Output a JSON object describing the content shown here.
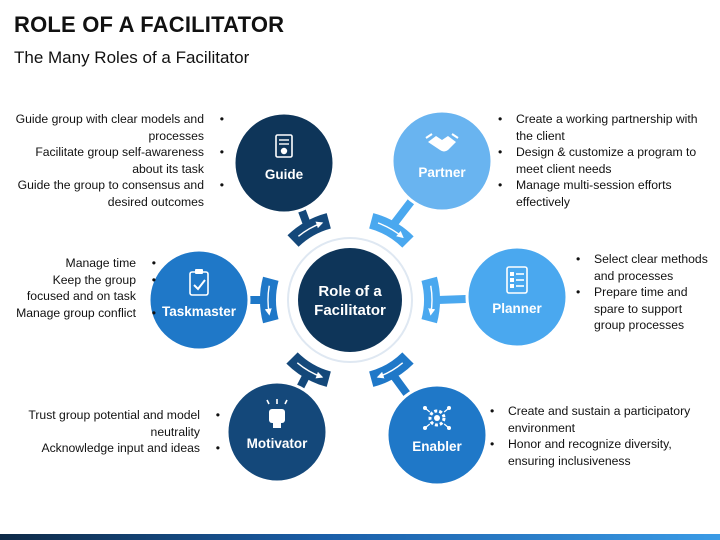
{
  "title": "ROLE OF A FACILITATOR",
  "subtitle": "The Many Roles of a Facilitator",
  "center_label": "Role of a Facilitator",
  "colors": {
    "dark_navy": "#0e3559",
    "navy": "#14487a",
    "mid_blue": "#1f78c8",
    "light_blue": "#69b4f0",
    "sky_blue": "#4aa8ef"
  },
  "roles": [
    {
      "name": "Guide",
      "icon": "rule-book-icon",
      "bullets": [
        "Guide group with clear models and processes",
        "Facilitate group self-awareness about its task",
        "Guide the group to consensus and desired outcomes"
      ]
    },
    {
      "name": "Partner",
      "icon": "handshake-icon",
      "bullets": [
        "Create a working partnership with the client",
        "Design & customize a program to meet client needs",
        "Manage multi-session efforts effectively"
      ]
    },
    {
      "name": "Planner",
      "icon": "checklist-icon",
      "bullets": [
        "Select clear methods and processes",
        "Prepare time and spare to support group processes"
      ]
    },
    {
      "name": "Enabler",
      "icon": "gear-network-icon",
      "bullets": [
        "Create and sustain a participatory environment",
        "Honor and recognize diversity, ensuring inclusiveness"
      ]
    },
    {
      "name": "Motivator",
      "icon": "raised-fist-icon",
      "bullets": [
        "Trust group potential and model neutrality",
        "Acknowledge input and ideas"
      ]
    },
    {
      "name": "Taskmaster",
      "icon": "clipboard-check-icon",
      "bullets": [
        "Manage time",
        "Keep the group focused and on task",
        "Manage group conflict"
      ]
    }
  ]
}
